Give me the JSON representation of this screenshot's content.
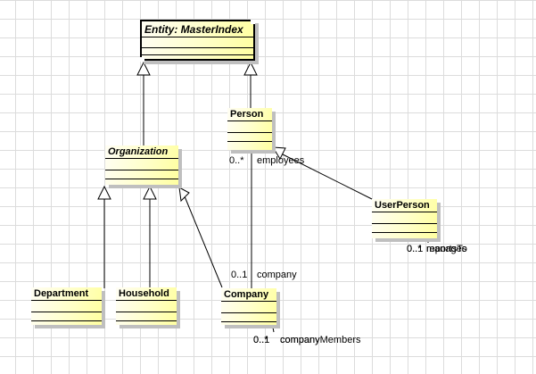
{
  "diagram_type": "uml-class-diagram",
  "colors": {
    "class_fill_left": "#FFFEF4",
    "class_fill_right": "#FFFFA0",
    "class_shadow": "#BFBFBF",
    "grid_line": "#DCDCDC",
    "connector_line": "#000000",
    "background": "#FFFFFF"
  },
  "classes": {
    "entity": {
      "name": "Entity: MasterIndex",
      "abstract": true,
      "selected": true
    },
    "person": {
      "name": "Person"
    },
    "organization": {
      "name": "Organization",
      "abstract": true
    },
    "userperson": {
      "name": "UserPerson"
    },
    "department": {
      "name": "Department"
    },
    "household": {
      "name": "Household"
    },
    "company": {
      "name": "Company"
    }
  },
  "associations": {
    "person_company": {
      "person_end": {
        "mult": "0..*",
        "role": "employees"
      },
      "company_end": {
        "mult": "0..1",
        "role": "company"
      }
    },
    "manages_reports": {
      "end_a": {
        "mult": "0..1",
        "role": "manages"
      },
      "end_b": {
        "mult": "0..*",
        "role": "reportsTo"
      }
    },
    "company_members": {
      "end_a": {
        "mult": "0..1",
        "role": "company"
      },
      "end_b": {
        "mult": "0..*",
        "role": "companyMembers"
      }
    }
  }
}
